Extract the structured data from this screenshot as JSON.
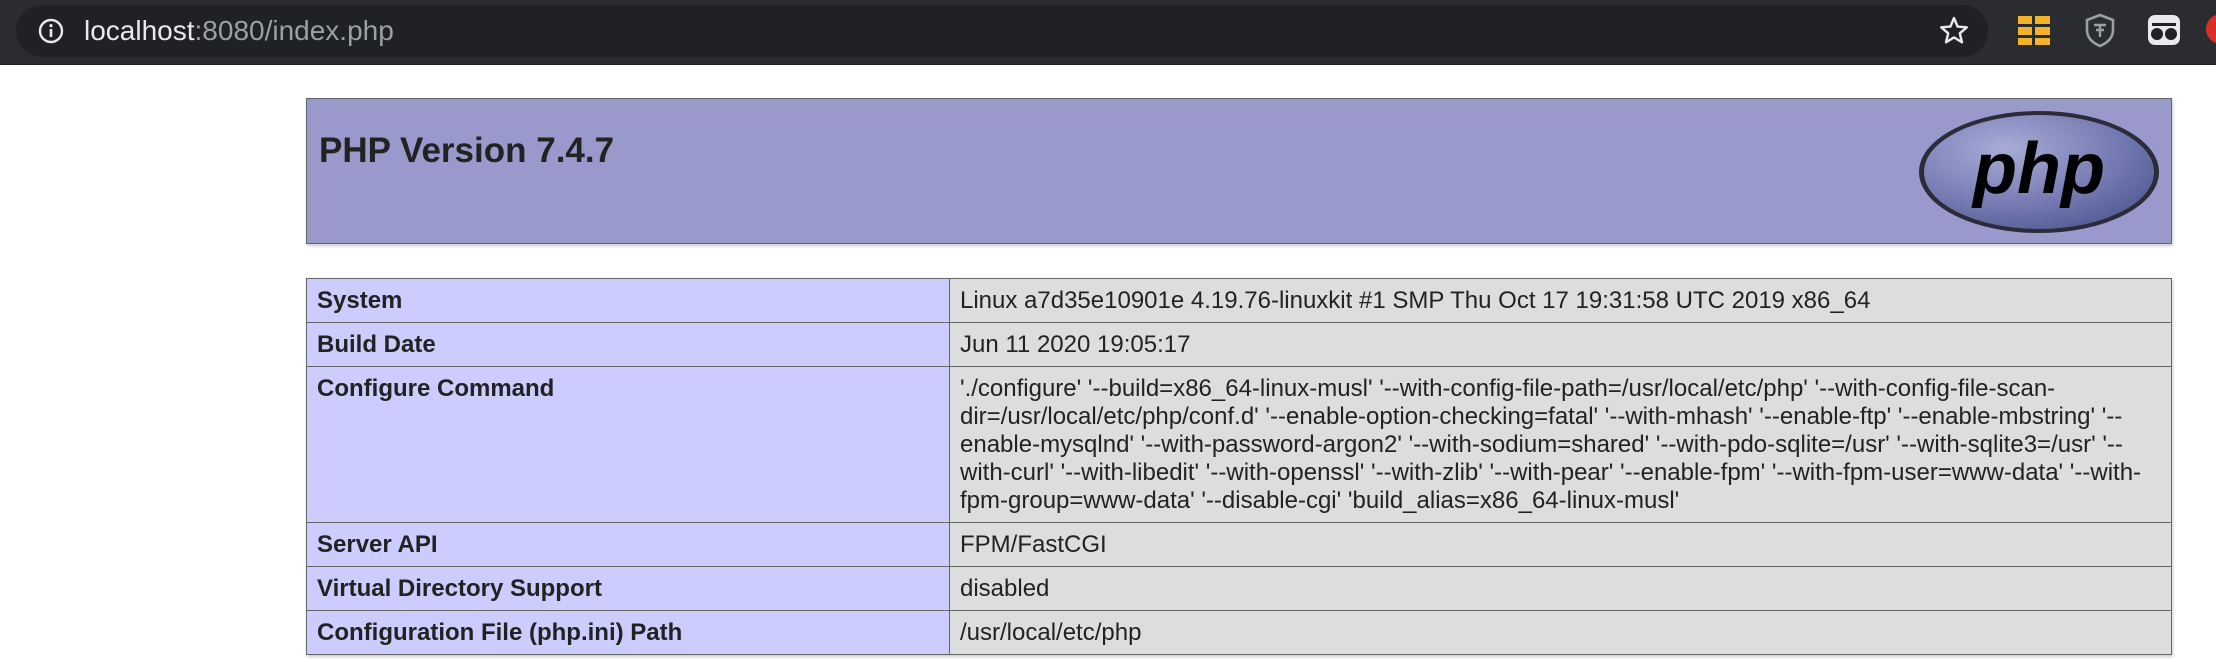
{
  "browser": {
    "url_host": "localhost",
    "url_path": ":8080/index.php",
    "icons": {
      "site_info": "info-icon",
      "bookmark": "star-icon",
      "extensions": [
        "grid-extension-icon",
        "shield-extension-icon",
        "glasses-extension-icon",
        "red-extension-icon"
      ]
    }
  },
  "header": {
    "title": "PHP Version 7.4.7",
    "logo_text": "php"
  },
  "table": {
    "rows": [
      {
        "key": "System",
        "value": "Linux a7d35e10901e 4.19.76-linuxkit #1 SMP Thu Oct 17 19:31:58 UTC 2019 x86_64"
      },
      {
        "key": "Build Date",
        "value": "Jun 11 2020 19:05:17"
      },
      {
        "key": "Configure Command",
        "value": "'./configure' '--build=x86_64-linux-musl' '--with-config-file-path=/usr/local/etc/php' '--with-config-file-scan-dir=/usr/local/etc/php/conf.d' '--enable-option-checking=fatal' '--with-mhash' '--enable-ftp' '--enable-mbstring' '--enable-mysqlnd' '--with-password-argon2' '--with-sodium=shared' '--with-pdo-sqlite=/usr' '--with-sqlite3=/usr' '--with-curl' '--with-libedit' '--with-openssl' '--with-zlib' '--with-pear' '--enable-fpm' '--with-fpm-user=www-data' '--with-fpm-group=www-data' '--disable-cgi' 'build_alias=x86_64-linux-musl'"
      },
      {
        "key": "Server API",
        "value": "FPM/FastCGI"
      },
      {
        "key": "Virtual Directory Support",
        "value": "disabled"
      },
      {
        "key": "Configuration File (php.ini) Path",
        "value": "/usr/local/etc/php"
      }
    ]
  },
  "colors": {
    "header_bg": "#9999cc",
    "key_cell_bg": "#ccccff",
    "value_cell_bg": "#dddddd",
    "border": "#666666",
    "chrome_bg": "#2b2c2f",
    "omnibox_bg": "#202124"
  }
}
